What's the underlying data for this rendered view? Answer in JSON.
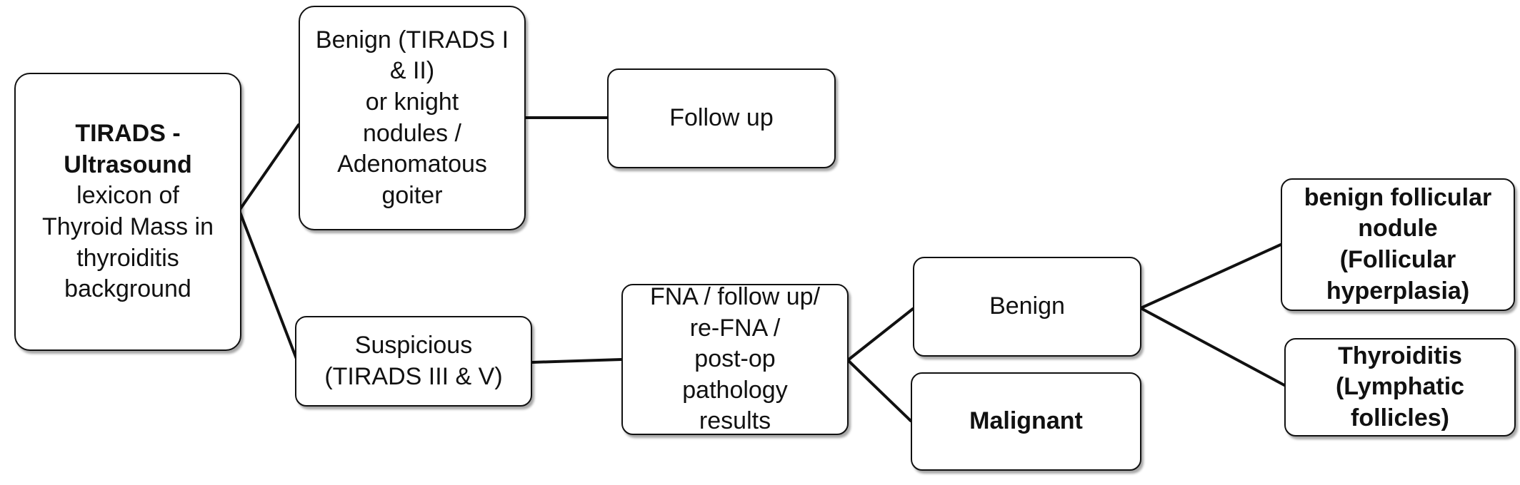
{
  "diagram": {
    "root": {
      "line1": "TIRADS -",
      "line2": "Ultrasound",
      "line3": "lexicon of",
      "line4": "Thyroid Mass in",
      "line5": "thyroiditis",
      "line6": "background"
    },
    "benign_group": {
      "line1": "Benign (TIRADS I",
      "line2": "& II)",
      "line3": "or knight",
      "line4": "nodules /",
      "line5": "Adenomatous",
      "line6": "goiter"
    },
    "follow_up": {
      "label": "Follow up"
    },
    "suspicious": {
      "line1": "Suspicious",
      "line2": "(TIRADS III & V)"
    },
    "fna": {
      "line1": "FNA / follow up/",
      "line2": "re-FNA /",
      "line3": "post-op",
      "line4": "pathology",
      "line5": "results"
    },
    "benign_result": {
      "label": "Benign"
    },
    "malignant": {
      "label": "Malignant"
    },
    "follicular": {
      "line1": "benign follicular",
      "line2": "nodule",
      "line3": "(Follicular",
      "line4": "hyperplasia)"
    },
    "thyroiditis": {
      "line1": "Thyroiditis",
      "line2": "(Lymphatic",
      "line3": "follicles)"
    },
    "colors": {
      "stroke": "#111111",
      "fill": "#ffffff"
    }
  }
}
